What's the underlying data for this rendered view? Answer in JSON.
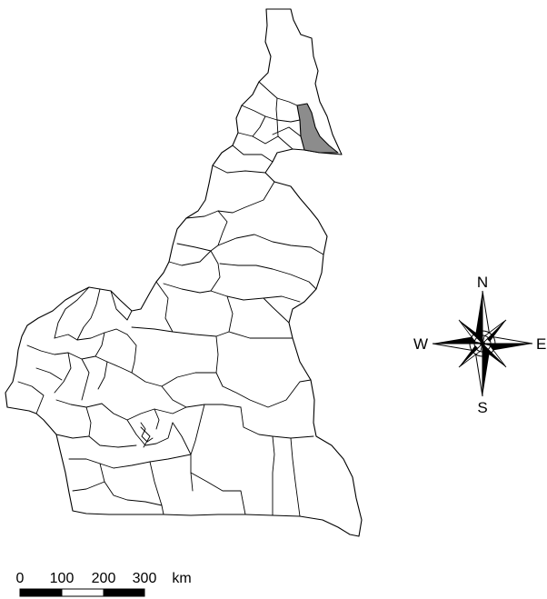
{
  "map": {
    "highlight_color": "#8c8c8c",
    "outline_color": "#000000",
    "fill_color": "#ffffff"
  },
  "compass": {
    "north": "N",
    "south": "S",
    "east": "E",
    "west": "W"
  },
  "scale_bar": {
    "ticks": [
      "0",
      "100",
      "200",
      "300"
    ],
    "unit": "km"
  }
}
